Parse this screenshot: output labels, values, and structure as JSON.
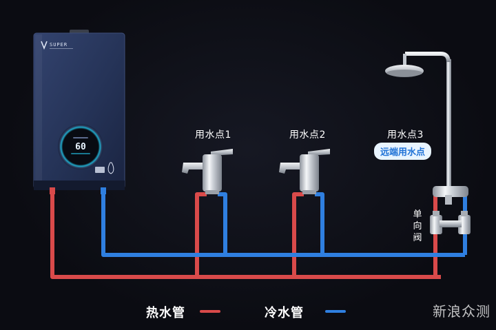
{
  "heater": {
    "brand": "SUPER",
    "display_value": "60"
  },
  "points": {
    "p1": "用水点1",
    "p2": "用水点2",
    "p3": "用水点3",
    "p3_badge": "远端用水点"
  },
  "valve": {
    "label": "单向阀"
  },
  "legend": {
    "hot": "热水管",
    "cold": "冷水管",
    "hot_color": "#d94a4a",
    "cold_color": "#2f7fe0"
  },
  "watermark": {
    "text": "新浪众测"
  },
  "icons": {
    "heater": "water-heater-icon",
    "faucet": "faucet-icon",
    "shower": "shower-icon",
    "valve": "check-valve-icon"
  }
}
